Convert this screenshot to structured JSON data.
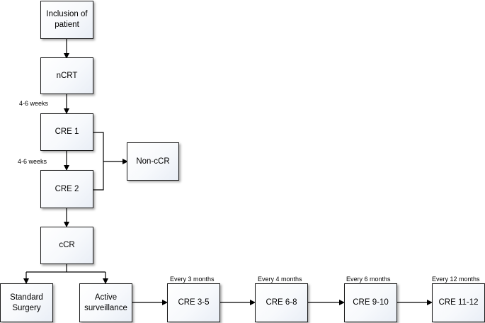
{
  "nodes": {
    "inclusion": "Inclusion of patient",
    "ncrt": "nCRT",
    "cre1": "CRE 1",
    "cre2": "CRE 2",
    "non_ccr": "Non-cCR",
    "ccr": "cCR",
    "standard_surgery": "Standard Surgery",
    "active_surveillance": "Active surveillance",
    "cre_3_5": "CRE 3-5",
    "cre_6_8": "CRE 6-8",
    "cre_9_10": "CRE 9-10",
    "cre_11_12": "CRE 11-12"
  },
  "labels": {
    "interval_1": "4-6 weeks",
    "interval_2": "4-6 weeks",
    "every_3": "Every 3 months",
    "every_4": "Every 4 months",
    "every_6": "Every 6 months",
    "every_12": "Every 12 months"
  }
}
